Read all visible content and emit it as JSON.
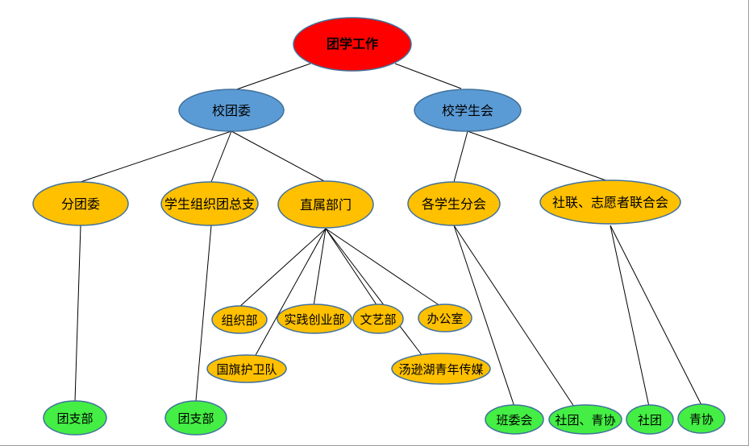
{
  "root": {
    "label": "团学工作",
    "color": "#ff0000"
  },
  "level1": [
    {
      "label": "校团委",
      "color": "#5b9bd5"
    },
    {
      "label": "校学生会",
      "color": "#5b9bd5"
    }
  ],
  "level2": [
    {
      "label": "分团委"
    },
    {
      "label": "学生组织团总支"
    },
    {
      "label": "直属部门"
    },
    {
      "label": "各学生分会"
    },
    {
      "label": "社联、志愿者联合会"
    }
  ],
  "departments": [
    {
      "label": "组织部"
    },
    {
      "label": "实践创业部"
    },
    {
      "label": "文艺部"
    },
    {
      "label": "办公室"
    },
    {
      "label": "国旗护卫队"
    },
    {
      "label": "汤逊湖青年传媒"
    }
  ],
  "leaves": [
    {
      "label": "团支部"
    },
    {
      "label": "团支部"
    },
    {
      "label": "班委会"
    },
    {
      "label": "社团、青协"
    },
    {
      "label": "社团"
    },
    {
      "label": "青协"
    }
  ],
  "colors": {
    "level2_fill": "#ffc000",
    "leaf_fill": "#44ee44",
    "stroke": "#41719c",
    "line": "#000000"
  }
}
